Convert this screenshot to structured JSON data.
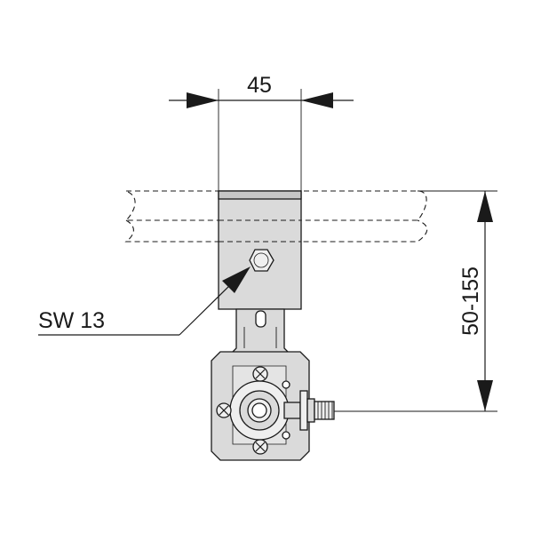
{
  "labels": {
    "width_dimension": "45",
    "height_dimension": "50-155",
    "wrench_size": "SW 13"
  },
  "colors": {
    "metal": "#dadada",
    "metal_dark": "#c6c6c6",
    "metal_light": "#efefef",
    "line": "#1a1a1a"
  },
  "icons": {
    "hex_bolt": "hex-bolt-icon",
    "screw": "cross-screw-icon",
    "threaded_fitting": "threaded-fitting-icon"
  }
}
